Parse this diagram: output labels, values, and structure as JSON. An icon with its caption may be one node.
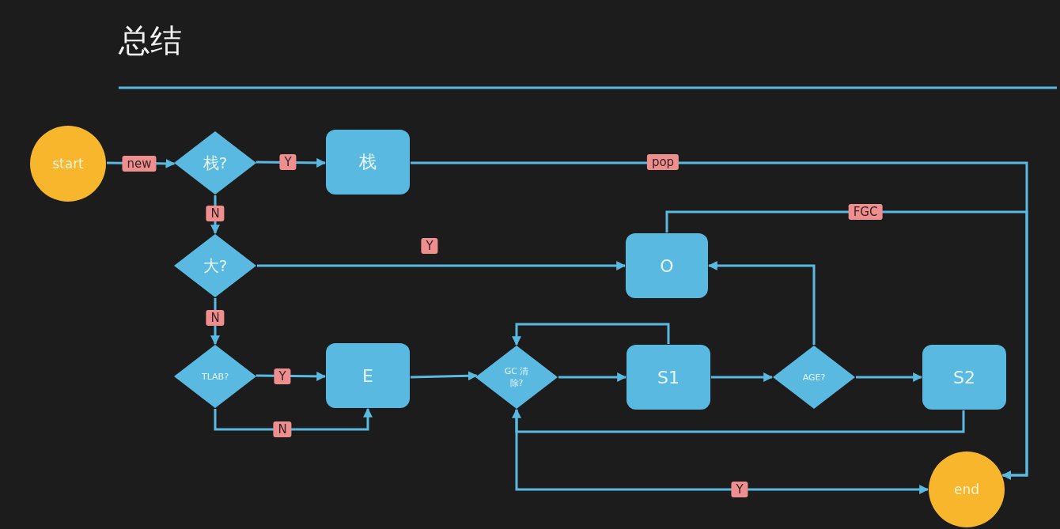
{
  "diagram": {
    "title": "总结",
    "nodes": [
      {
        "text": [
          "start"
        ]
      },
      {
        "text": [
          "栈?"
        ]
      },
      {
        "text": [
          "栈"
        ]
      },
      {
        "text": [
          "大?"
        ]
      },
      {
        "text": [
          "O"
        ]
      },
      {
        "text": [
          "TLAB?"
        ]
      },
      {
        "text": [
          "E"
        ]
      },
      {
        "text": [
          "GC 清除?"
        ]
      },
      {
        "text": [
          "S1"
        ]
      },
      {
        "text": [
          "AGE?"
        ]
      },
      {
        "text": [
          "S2"
        ]
      },
      {
        "text": [
          "end"
        ]
      }
    ],
    "edges": [
      {
        "from": 0,
        "to": 1,
        "arrow": "to",
        "label": "new"
      },
      {
        "from": 1,
        "to": 2,
        "arrow": "to",
        "label": "Y"
      },
      {
        "from": 1,
        "to": 3,
        "arrow": "to",
        "label": "N"
      },
      {
        "from": 2,
        "to": 11,
        "arrow": "to",
        "label": "pop"
      },
      {
        "from": 3,
        "to": 4,
        "arrow": "to",
        "label": "Y"
      },
      {
        "from": 3,
        "to": 5,
        "arrow": "to",
        "label": "N"
      },
      {
        "from": 5,
        "to": 6,
        "arrow": "to",
        "label": "Y"
      },
      {
        "from": 5,
        "to": 6,
        "arrow": "to",
        "label": "N"
      },
      {
        "from": 6,
        "to": 7,
        "arrow": "to"
      },
      {
        "from": 7,
        "to": 8,
        "arrow": "to"
      },
      {
        "from": 8,
        "to": 7,
        "arrow": "to"
      },
      {
        "from": 8,
        "to": 9,
        "arrow": "to"
      },
      {
        "from": 9,
        "to": 10,
        "arrow": "to"
      },
      {
        "from": 9,
        "to": 4,
        "arrow": "to"
      },
      {
        "from": 10,
        "to": 7,
        "arrow": "to"
      },
      {
        "from": 7,
        "to": 11,
        "arrow": "to",
        "label": "Y"
      },
      {
        "from": 4,
        "to": 11,
        "arrow": "to",
        "label": "FGC"
      }
    ]
  }
}
